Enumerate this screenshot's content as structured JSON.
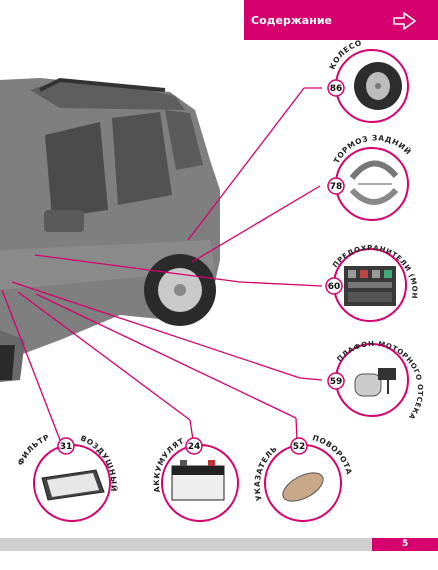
{
  "header": {
    "title": "Содержание",
    "accent_color": "#d6006e",
    "nav_icon": "arrow-right-icon"
  },
  "callouts": [
    {
      "id": "wheel",
      "label": "КОЛЕСО",
      "page": "86",
      "icon": "wheel-icon"
    },
    {
      "id": "rear-brake",
      "label": "ТОРМОЗ ЗАДНИЙ",
      "page": "78",
      "icon": "brake-shoes-icon"
    },
    {
      "id": "fuses",
      "label": "ПРЕДОХРАНИТЕЛИ (МОНТАЖНЫЙ БЛОК)",
      "page": "60",
      "icon": "fuse-box-icon"
    },
    {
      "id": "ceiling-light",
      "label": "ПЛАФОН МОТОРНОГО ОТСЕКА",
      "page": "59",
      "icon": "lamp-icon"
    },
    {
      "id": "air-filter",
      "label_left": "ФИЛЬТР",
      "label_right": "ВОЗДУШНЫЙ",
      "page": "31",
      "icon": "air-filter-icon"
    },
    {
      "id": "battery",
      "label": "АККУМУЛЯТОР",
      "page": "24",
      "icon": "battery-icon"
    },
    {
      "id": "turn-signal",
      "label_left": "УКАЗАТЕЛЬ",
      "label_right": "ПОВОРОТА",
      "page": "52",
      "icon": "turn-signal-icon"
    }
  ],
  "footer": {
    "page_number": "5"
  }
}
